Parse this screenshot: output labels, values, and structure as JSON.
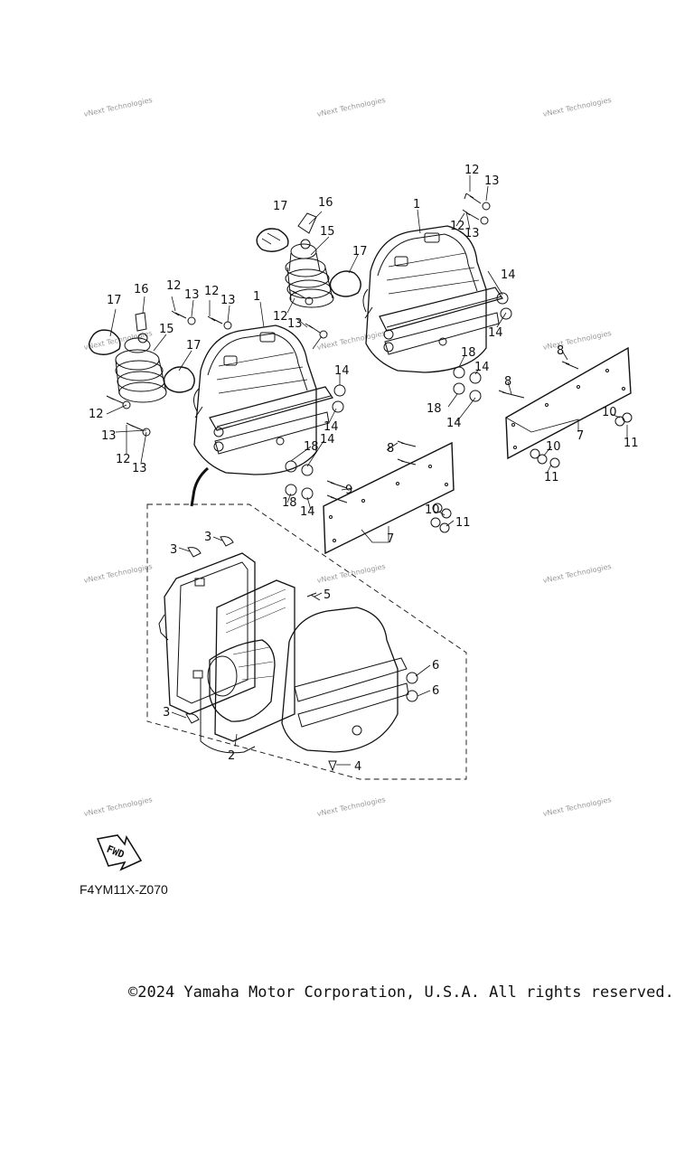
{
  "watermark": {
    "text": "vNext Technologies"
  },
  "fwd_label": "FWD",
  "drawing_code": "F4YM11X-Z070",
  "copyright": "©2024 Yamaha Motor Corporation, U.S.A. All rights reserved.",
  "callouts": {
    "c1a": "1",
    "c1b": "1",
    "c2": "2",
    "c3a": "3",
    "c3b": "3",
    "c3c": "3",
    "c4": "4",
    "c5": "5",
    "c6a": "6",
    "c6b": "6",
    "c7a": "7",
    "c7b": "7",
    "c8a": "8",
    "c8b": "8",
    "c8c": "8",
    "c9": "9",
    "c10a": "10",
    "c10b": "10",
    "c10c": "10",
    "c11a": "11",
    "c11b": "11",
    "c11c": "11",
    "c12a": "12",
    "c12b": "12",
    "c12c": "12",
    "c12d": "12",
    "c12e": "12",
    "c12f": "12",
    "c12g": "12",
    "c13a": "13",
    "c13b": "13",
    "c13c": "13",
    "c13d": "13",
    "c13e": "13",
    "c13f": "13",
    "c13g": "13",
    "c14a": "14",
    "c14b": "14",
    "c14c": "14",
    "c14d": "14",
    "c14e": "14",
    "c14f": "14",
    "c14g": "14",
    "c14h": "14",
    "c15a": "15",
    "c15b": "15",
    "c16a": "16",
    "c16b": "16",
    "c17a": "17",
    "c17b": "17",
    "c17c": "17",
    "c17d": "17",
    "c18a": "18",
    "c18b": "18",
    "c18c": "18",
    "c18d": "18"
  }
}
